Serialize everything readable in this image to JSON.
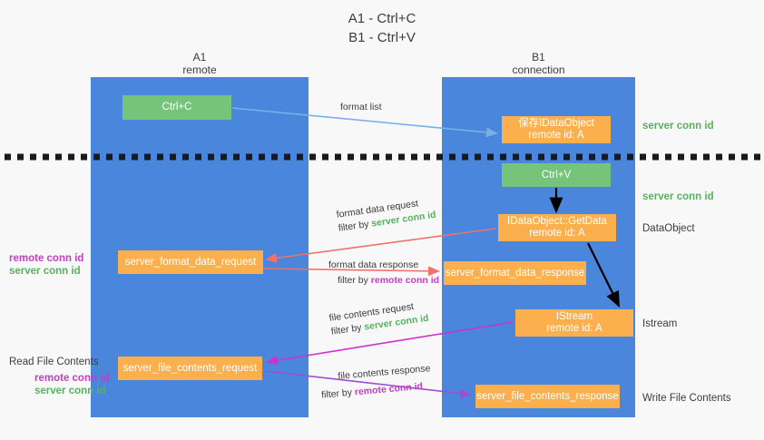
{
  "title": {
    "line1": "A1 - Ctrl+C",
    "line2": "B1 - Ctrl+V"
  },
  "lanes": {
    "a": {
      "name": "A1",
      "role": "remote",
      "color": "#4a86db"
    },
    "b": {
      "name": "B1",
      "role": "connection",
      "color": "#4a86db"
    }
  },
  "colors": {
    "lane": "#4a86db",
    "green_box": "#76c479",
    "orange_box": "#fbb04d",
    "server_conn": "#58b15e",
    "remote_conn": "#c13fc1",
    "arrow_blue": "#79b0e8",
    "arrow_red": "#f2706b",
    "arrow_magenta": "#cc33cc",
    "arrow_purple": "#9b4fd4",
    "arrow_black": "#000000",
    "background": "#f8f8f8"
  },
  "boxes": {
    "ctrl_c": {
      "label": "Ctrl+C"
    },
    "save_idataobject": {
      "line1": "保存IDataObject",
      "line2": "remote id: A"
    },
    "ctrl_v": {
      "label": "Ctrl+V"
    },
    "getdata": {
      "line1": "IDataObject::GetData",
      "line2": "remote id: A"
    },
    "format_data_request": {
      "label": "server_format_data_request"
    },
    "format_data_response": {
      "label": "server_format_data_response"
    },
    "istream": {
      "line1": "IStream",
      "line2": "remote id: A"
    },
    "file_contents_request": {
      "label": "server_file_contents_request"
    },
    "file_contents_response": {
      "label": "server_file_contents_response"
    }
  },
  "side_labels": {
    "server_conn_top": "server conn id",
    "server_conn_mid": "server conn id",
    "dataobject": "DataObject",
    "istream": "Istream",
    "write_file_contents": "Write File Contents",
    "read_file_contents": "Read File Contents",
    "remote_conn": "remote conn id",
    "server_conn": "server conn id"
  },
  "edges": [
    {
      "id": "format-list",
      "label": "format list",
      "filter_prefix": "",
      "filter_target": ""
    },
    {
      "id": "format-data-request",
      "label": "format data request",
      "filter_prefix": "filter by ",
      "filter_target": "server conn id",
      "filter_kind": "server"
    },
    {
      "id": "format-data-response",
      "label": "format data response",
      "filter_prefix": "filter by ",
      "filter_target": "remote conn id",
      "filter_kind": "remote"
    },
    {
      "id": "file-contents-request",
      "label": "file contents request",
      "filter_prefix": "filter by ",
      "filter_target": "server conn id",
      "filter_kind": "server"
    },
    {
      "id": "file-contents-response",
      "label": "file contents response",
      "filter_prefix": "filter by ",
      "filter_target": "remote conn id",
      "filter_kind": "remote"
    }
  ]
}
